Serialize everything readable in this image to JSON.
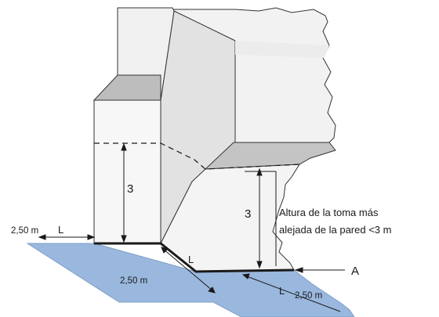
{
  "diagram": {
    "labels": {
      "height_left": "3",
      "height_right": "3",
      "dist_left": "2,50 m",
      "l_left": "L",
      "dist_center": "2,50 m",
      "l_center": "L",
      "dist_right": "2,50 m",
      "l_right": "L",
      "point_a": "A",
      "note_line1": "Altura de la toma más",
      "note_line2": "alejada de la pared <3 m"
    },
    "colors": {
      "water": "#9ab8de",
      "water_edge": "#7f9fc8",
      "light_wall": "#f2f2f2",
      "mid_wall": "#e0e0e0",
      "dark_face": "#cfcfcf",
      "ledge": "#bdbdbd",
      "line": "#1a1a1a"
    }
  }
}
